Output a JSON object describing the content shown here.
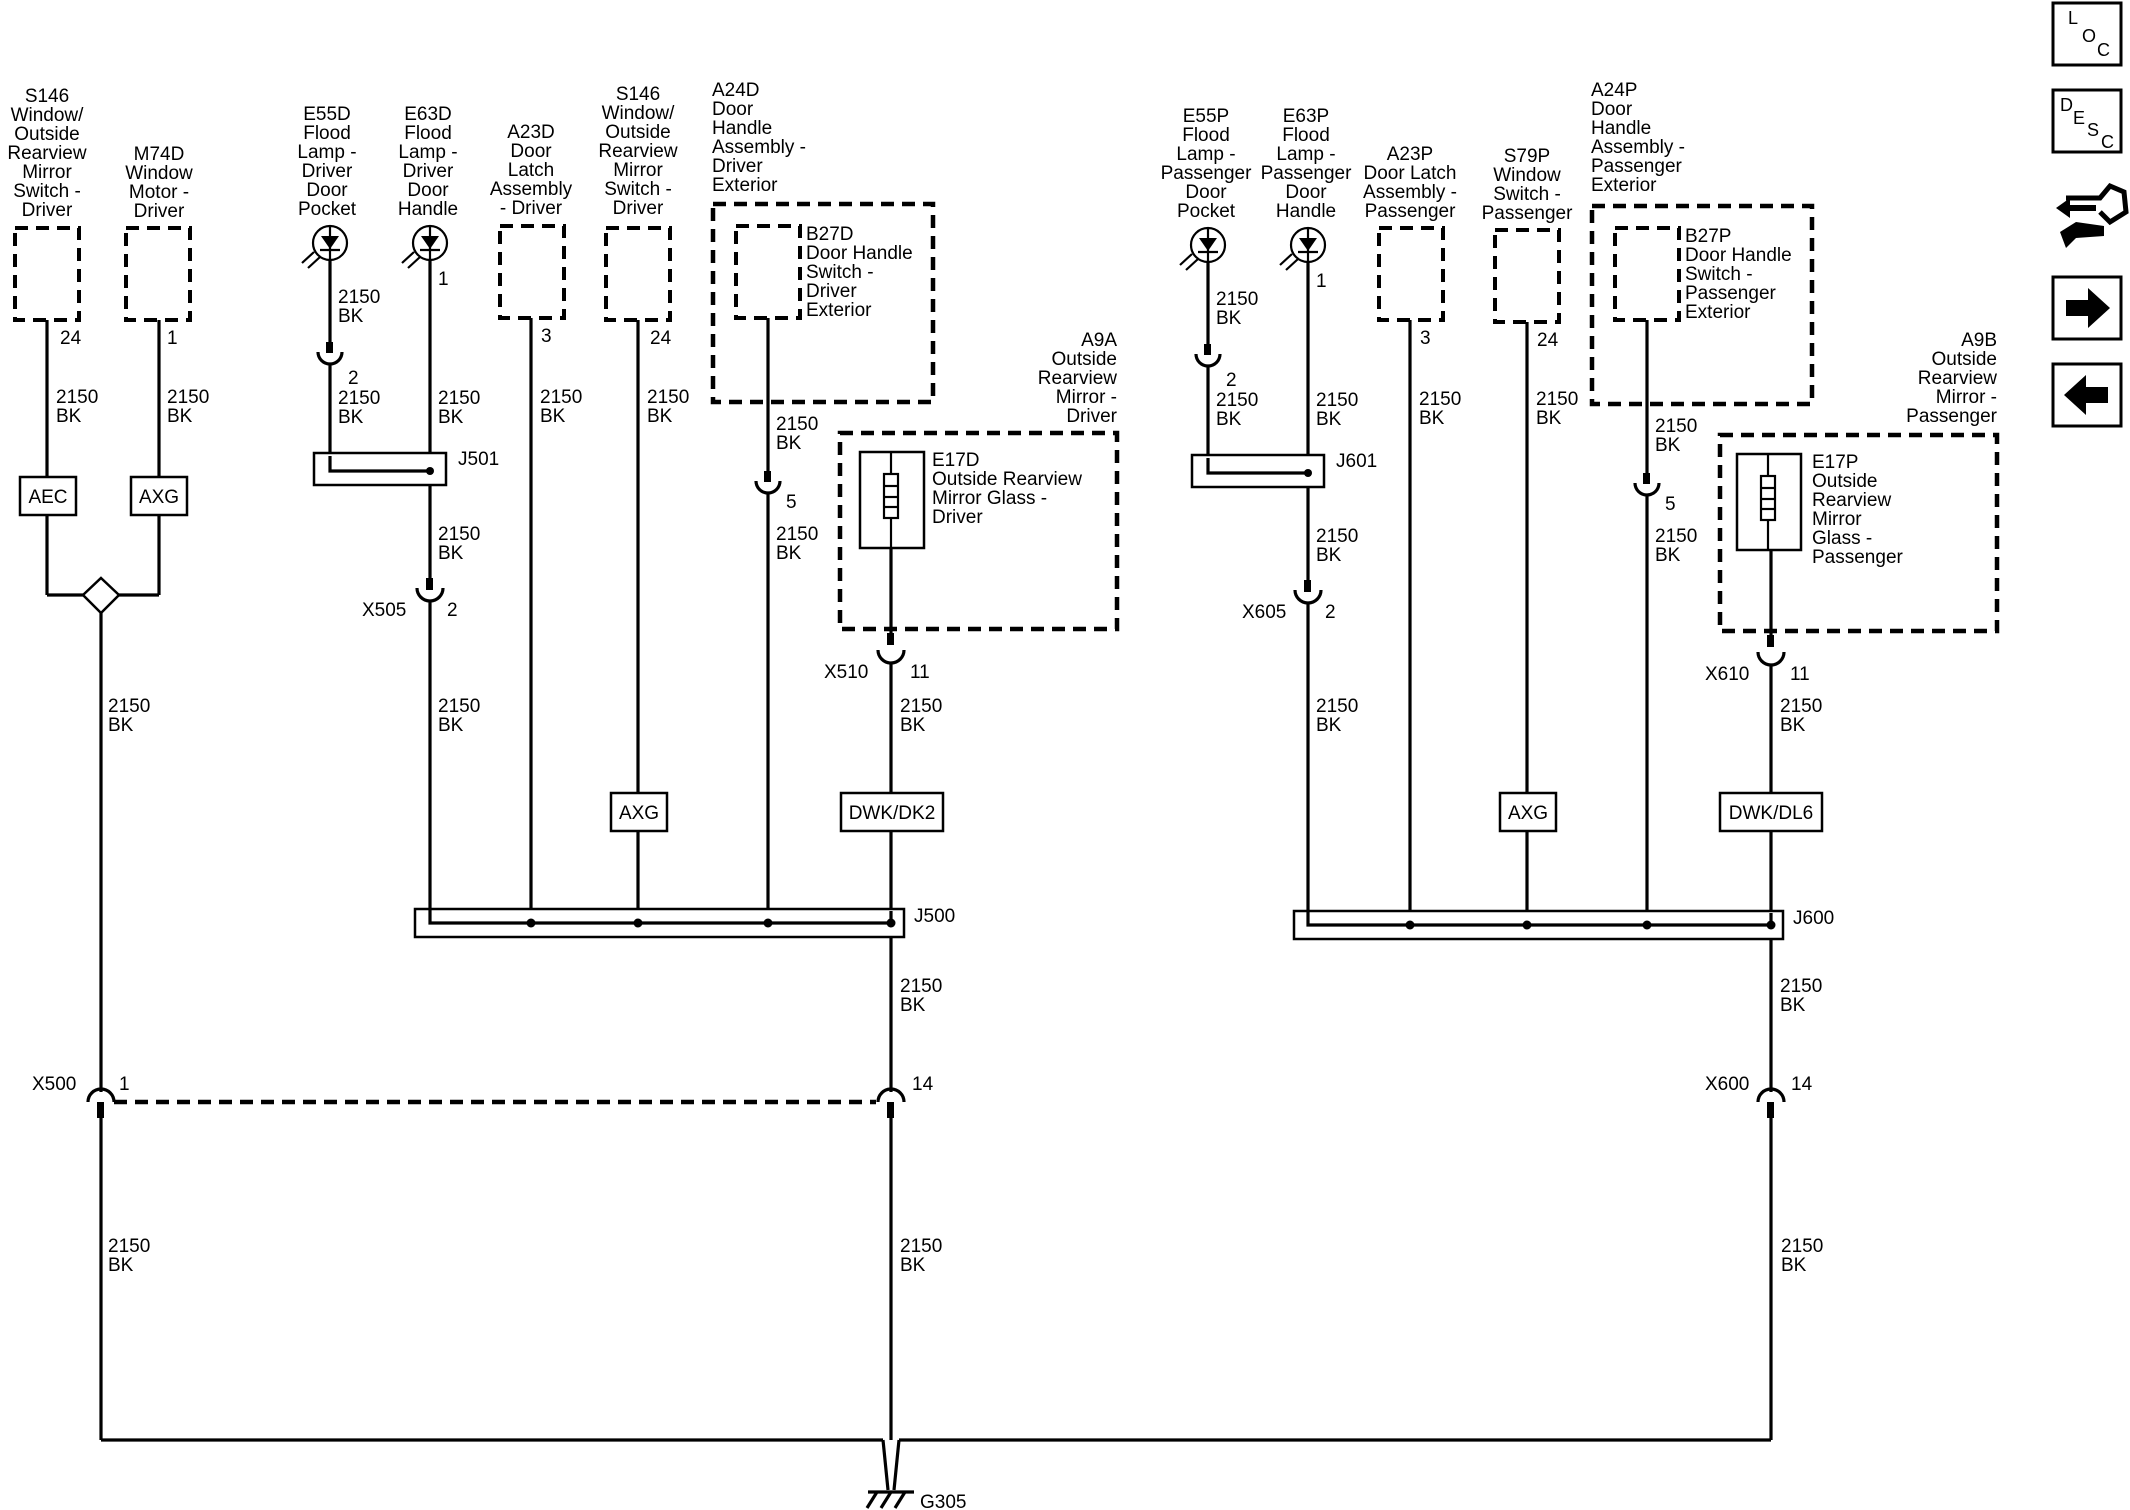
{
  "wire_spec": {
    "gauge": "2150",
    "color": "BK"
  },
  "components": {
    "s146_left": [
      "S146",
      "Window/",
      "Outside",
      "Rearview",
      "Mirror",
      "Switch -",
      "Driver"
    ],
    "m74d": [
      "M74D",
      "Window",
      "Motor -",
      "Driver"
    ],
    "e55d": [
      "E55D",
      "Flood",
      "Lamp -",
      "Driver",
      "Door",
      "Pocket"
    ],
    "e63d": [
      "E63D",
      "Flood",
      "Lamp -",
      "Driver",
      "Door",
      "Handle"
    ],
    "a23d": [
      "A23D",
      "Door",
      "Latch",
      "Assembly",
      "- Driver"
    ],
    "s146_right": [
      "S146",
      "Window/",
      "Outside",
      "Rearview",
      "Mirror",
      "Switch -",
      "Driver"
    ],
    "a24d": [
      "A24D",
      "Door",
      "Handle",
      "Assembly -",
      "Driver",
      "Exterior"
    ],
    "b27d": [
      "B27D",
      "Door Handle",
      "Switch -",
      "Driver",
      "Exterior"
    ],
    "a9a": [
      "A9A",
      "Outside",
      "Rearview",
      "Mirror -",
      "Driver"
    ],
    "e17d": [
      "E17D",
      "Outside Rearview",
      "Mirror Glass -",
      "Driver"
    ],
    "e55p": [
      "E55P",
      "Flood",
      "Lamp -",
      "Passenger",
      "Door",
      "Pocket"
    ],
    "e63p": [
      "E63P",
      "Flood",
      "Lamp -",
      "Passenger",
      "Door",
      "Handle"
    ],
    "a23p": [
      "A23P",
      "Door Latch",
      "Assembly -",
      "Passenger"
    ],
    "s79p": [
      "S79P",
      "Window",
      "Switch -",
      "Passenger"
    ],
    "a24p": [
      "A24P",
      "Door",
      "Handle",
      "Assembly -",
      "Passenger",
      "Exterior"
    ],
    "b27p": [
      "B27P",
      "Door Handle",
      "Switch -",
      "Passenger",
      "Exterior"
    ],
    "a9b": [
      "A9B",
      "Outside",
      "Rearview",
      "Mirror -",
      "Passenger"
    ],
    "e17p": [
      "E17P",
      "Outside",
      "Rearview",
      "Mirror",
      "Glass -",
      "Passenger"
    ]
  },
  "pins": {
    "s146_left": "24",
    "m74d": "1",
    "e63d": "1",
    "a23d": "3",
    "s146_right": "24",
    "e55d_conn": "2",
    "a24d_conn": "5",
    "x505": "2",
    "x510": "11",
    "x500": "1",
    "x500_right": "14",
    "e63p": "1",
    "a23p": "3",
    "s79p": "24",
    "e55p_conn": "2",
    "a24p_conn": "5",
    "x605": "2",
    "x610": "11",
    "x600": "14"
  },
  "options": {
    "aec": "AEC",
    "axg_left": "AXG",
    "axg_mid": "AXG",
    "dwk_dk2": "DWK/DK2",
    "axg_right": "AXG",
    "dwk_dl6": "DWK/DL6"
  },
  "connectors": {
    "x505": "X505",
    "x510": "X510",
    "x500": "X500",
    "x605": "X605",
    "x610": "X610",
    "x600": "X600"
  },
  "splices": {
    "j501": "J501",
    "j500": "J500",
    "j601": "J601",
    "j600": "J600"
  },
  "ground": "G305",
  "nav": {
    "loc": [
      "L",
      "O",
      "C"
    ],
    "desc": [
      "D",
      "E",
      "S",
      "C"
    ],
    "icons": [
      "connector-end-view-icon",
      "forward-arrow-icon",
      "back-arrow-icon"
    ]
  }
}
